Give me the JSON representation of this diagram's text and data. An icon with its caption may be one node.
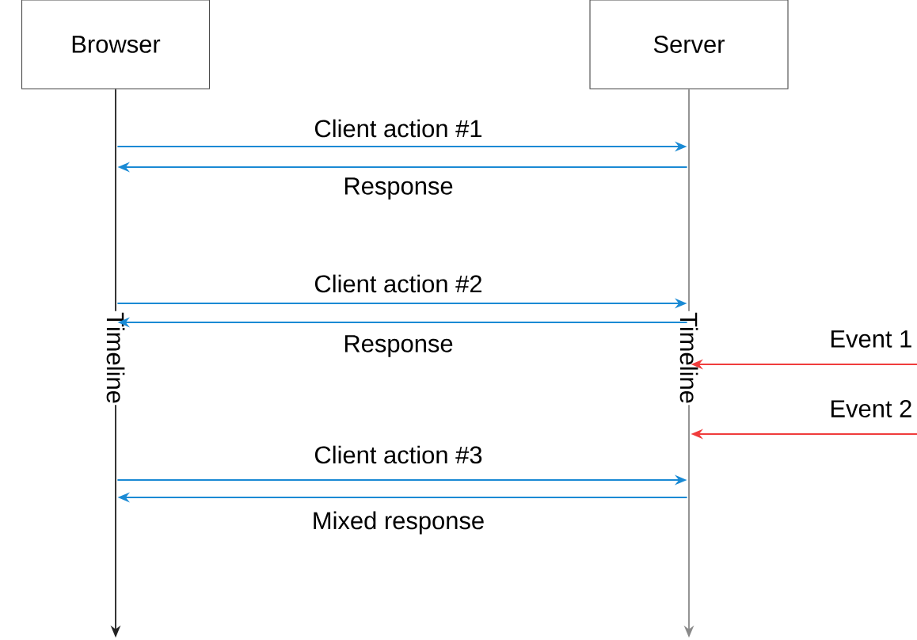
{
  "diagram": {
    "nodes": [
      {
        "text": [
          "Browser",
          "Timeline"
        ]
      },
      {
        "text": [
          "Server",
          "Timeline"
        ]
      }
    ],
    "edges": [
      {
        "from": 0,
        "to": 1,
        "arrow": "to",
        "label": "Client action #1"
      },
      {
        "from": 1,
        "to": 0,
        "arrow": "to",
        "label": "Response"
      },
      {
        "from": 0,
        "to": 1,
        "arrow": "to",
        "label": "Client action #2"
      },
      {
        "from": 1,
        "to": 0,
        "arrow": "to",
        "label": "Response"
      },
      {
        "from": null,
        "to": 1,
        "arrow": "to",
        "label": "Event 1",
        "color": "#f03c3c"
      },
      {
        "from": null,
        "to": 1,
        "arrow": "to",
        "label": "Event 2",
        "color": "#f03c3c"
      },
      {
        "from": 0,
        "to": 1,
        "arrow": "to",
        "label": "Client action #3"
      },
      {
        "from": 1,
        "to": 0,
        "arrow": "to",
        "label": "Mixed response"
      }
    ]
  }
}
